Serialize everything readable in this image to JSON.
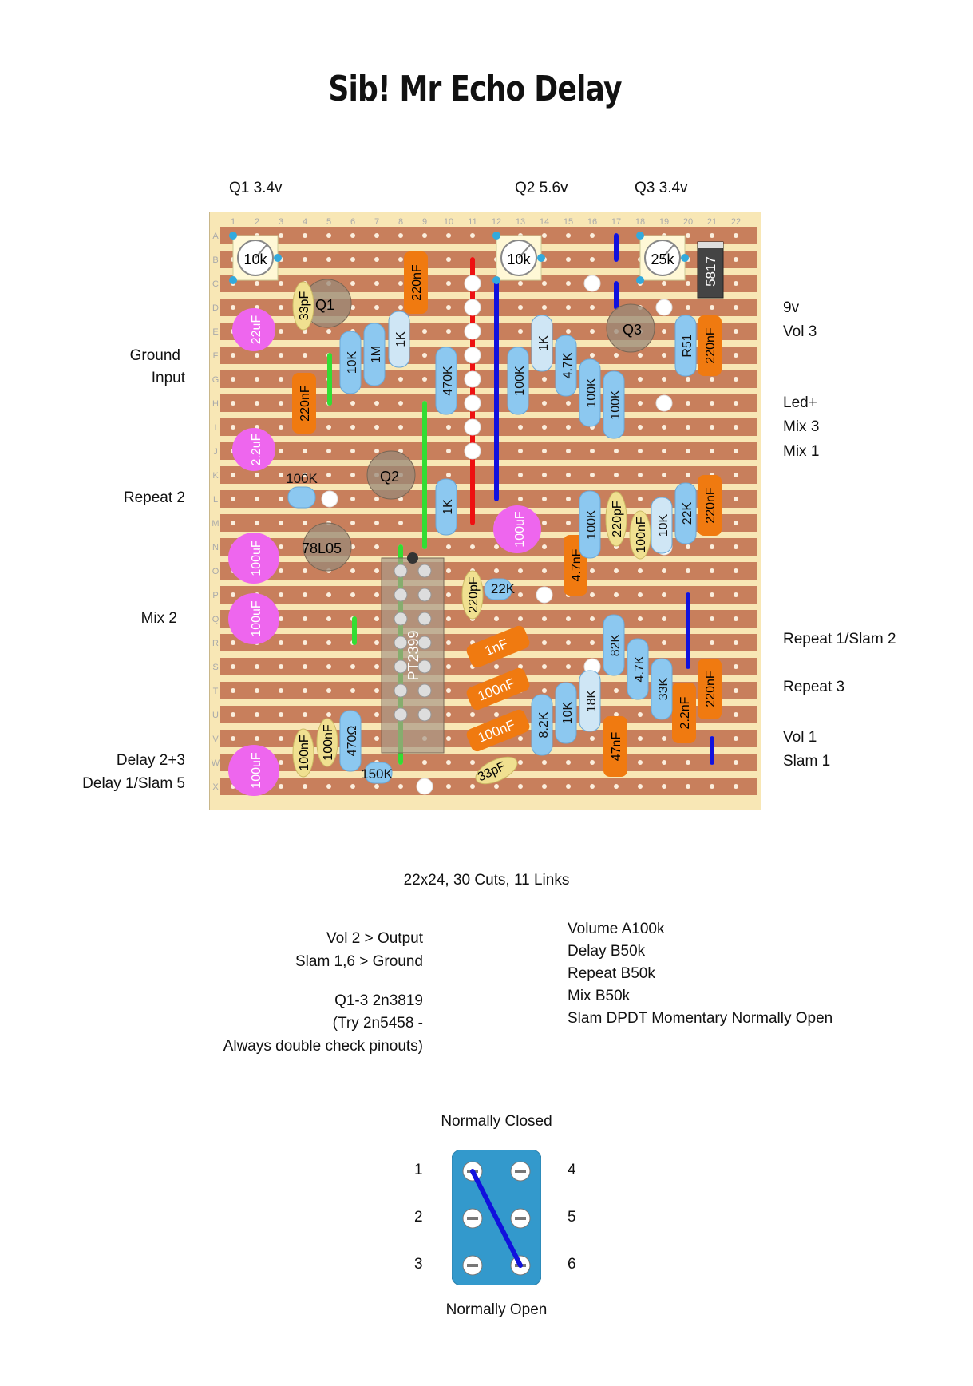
{
  "title": "Sib! Mr Echo Delay",
  "board": {
    "columns": [
      "1",
      "2",
      "3",
      "4",
      "5",
      "6",
      "7",
      "8",
      "9",
      "10",
      "11",
      "12",
      "13",
      "14",
      "15",
      "16",
      "17",
      "18",
      "19",
      "20",
      "21",
      "22"
    ],
    "rows": [
      "A",
      "B",
      "C",
      "D",
      "E",
      "F",
      "G",
      "H",
      "I",
      "J",
      "K",
      "L",
      "M",
      "N",
      "O",
      "P",
      "Q",
      "R",
      "S",
      "T",
      "U",
      "V",
      "W",
      "X"
    ],
    "strip_color": "#c87f5c",
    "board_color": "#f8e7b5",
    "summary": "22x24, 30 Cuts, 11 Links"
  },
  "voltages": {
    "q1": "Q1 3.4v",
    "q2": "Q2 5.6v",
    "q3": "Q3 3.4v"
  },
  "left_labels": {
    "ground": "Ground",
    "input": "Input",
    "repeat2": "Repeat 2",
    "mix2": "Mix 2",
    "delay23": "Delay 2+3",
    "delay1slam5": "Delay 1/Slam 5"
  },
  "right_labels": {
    "v9": "9v",
    "vol3": "Vol 3",
    "led": "Led+",
    "mix3": "Mix 3",
    "mix1": "Mix 1",
    "repeat1slam2": "Repeat 1/Slam 2",
    "repeat3": "Repeat 3",
    "vol1": "Vol 1",
    "slam1": "Slam 1"
  },
  "components": {
    "trim1": "10k",
    "trim2": "10k",
    "trim3": "25k",
    "diode": "5817",
    "q1": "Q1",
    "q2": "Q2",
    "q3": "Q3",
    "reg": "78L05",
    "ic": "PT2399",
    "c_33pf_a": "33pF",
    "c_33pf_b": "33pF",
    "c_22uf": "22uF",
    "c_2u2": "2.2uF",
    "c_100uf_a": "100uF",
    "c_100uf_b": "100uF",
    "c_100uf_c": "100uF",
    "c_100uf_d": "100uF",
    "c_220nf_a": "220nF",
    "c_220nf_b": "220nF",
    "c_220nf_c": "220nF",
    "c_220nf_d": "220nF",
    "c_220nf_e": "220nF",
    "c_220pf_a": "220pF",
    "c_220pf_b": "220pF",
    "c_4n7": "4.7nF",
    "c_1nf": "1nF",
    "c_100nf_a": "100nF",
    "c_100nf_b": "100nF",
    "c_100nf_c": "100nF",
    "c_100nf_d": "100nF",
    "c_100nf_e": "100nF",
    "c_47nf": "47nF",
    "c_2n2": "2.2nF",
    "r_10k_a": "10K",
    "r_1m": "1M",
    "r_1k_a": "1K",
    "r_1k_b": "1K",
    "r_1k_c": "1K",
    "r_470k": "470K",
    "r_100k_a": "100K",
    "r_100k_b": "100K",
    "r_100k_c": "100K",
    "r_100k_d": "100K",
    "r_100k_e": "100K",
    "r_4k7_a": "4.7K",
    "r_4k7_b": "4.7K",
    "r_r51": "R51",
    "r_22k_a": "22K",
    "r_22k_b": "22K",
    "r_10k_b": "10K",
    "r_10k_c": "10K",
    "r_82k": "82K",
    "r_33k": "33K",
    "r_18k": "18K",
    "r_8k2": "8.2K",
    "r_470": "470Ω",
    "r_150k": "150K"
  },
  "notes": {
    "vol2": "Vol 2 > Output",
    "slam16": "Slam 1,6 > Ground",
    "q13": "Q1-3 2n3819",
    "try": "(Try 2n5458 -",
    "check": "Always double check pinouts)",
    "volume": "Volume A100k",
    "delay": "Delay B50k",
    "repeat": "Repeat B50k",
    "mix": "Mix B50k",
    "slam": "Slam DPDT Momentary Normally Open"
  },
  "switch": {
    "top": "Normally Closed",
    "bottom": "Normally Open",
    "pins": [
      "1",
      "2",
      "3",
      "4",
      "5",
      "6"
    ],
    "body_color": "#3399cc"
  }
}
